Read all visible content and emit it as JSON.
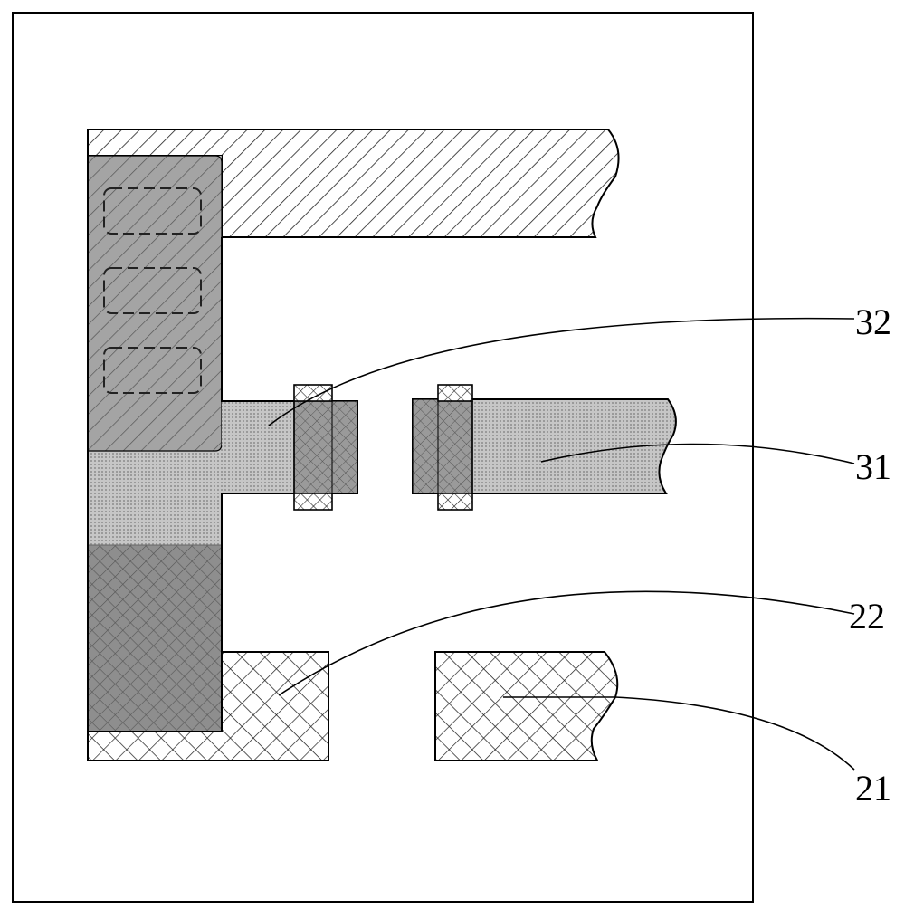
{
  "figure": {
    "labels": {
      "label_32": "32",
      "label_31": "31",
      "label_22": "22",
      "label_21": "21"
    }
  },
  "colors": {
    "stroke": "#000000",
    "background": "#ffffff",
    "gray_fill": "#bdbdbd",
    "dark_gray_fill": "#8e8e8e",
    "hatch_line": "#222222"
  }
}
